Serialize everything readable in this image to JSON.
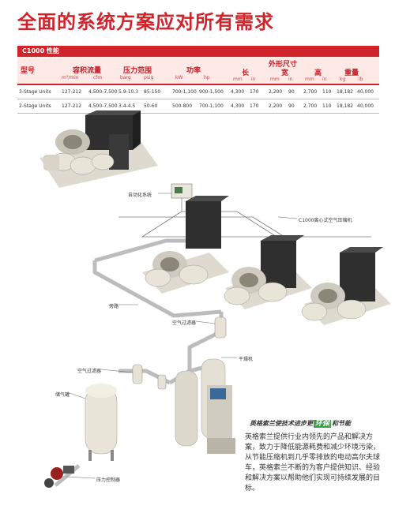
{
  "title": "全面的系统方案应对所有需求",
  "table": {
    "caption": "C1000 性能",
    "headers": {
      "model": "型号",
      "flow": "容积流量",
      "flow_u1": "m³/min",
      "flow_u2": "cfm",
      "pressure": "压力范围",
      "press_u1": "barg",
      "press_u2": "psig",
      "power": "功率",
      "power_u1": "kW",
      "power_u2": "hp",
      "dims": "外形尺寸",
      "length": "长",
      "width": "宽",
      "height": "高",
      "dim_u_mm": "mm",
      "dim_u_in": "in",
      "weight": "重量",
      "weight_u1": "kg",
      "weight_u2": "lb"
    },
    "rows": [
      {
        "model": "3-Stage Units",
        "m3": "127-212",
        "cfm": "4,500-7,500",
        "barg": "5.9-10.3",
        "psig": "85-150",
        "kw": "700-1,100",
        "hp": "900-1,500",
        "l_mm": "4,300",
        "l_in": "170",
        "w_mm": "2,200",
        "w_in": "90",
        "h_mm": "2,700",
        "h_in": "110",
        "kg": "18,182",
        "lb": "40,000"
      },
      {
        "model": "2-Stage Units",
        "m3": "127-212",
        "cfm": "4,500-7,500",
        "barg": "3.4-4.5",
        "psig": "50-60",
        "kw": "500-800",
        "hp": "700-1,100",
        "l_mm": "4,300",
        "l_in": "170",
        "w_mm": "2,200",
        "w_in": "90",
        "h_mm": "2,700",
        "h_in": "110",
        "kg": "18,182",
        "lb": "40,000"
      }
    ]
  },
  "labels": {
    "automation": "自动化系统",
    "compressor": "C1000离心式空气压缩机",
    "bypass": "旁路",
    "air_filter_1": "空气过滤器",
    "air_filter_2": "空气过滤器",
    "dryer": "干燥机",
    "tank": "储气罐",
    "pressure_valve": "压力控制器"
  },
  "tagline": {
    "before": "英格索兰使技术进步更",
    "highlight": "环保",
    "after": "和节能"
  },
  "paragraph": "英格索兰提供行业内领先的产品和解决方案，致力于降低能源耗费和减少环境污染，从节能压缩机到几乎零排放的电动高尔夫球车，英格索兰不断的为客户提供知识、经验和解决方案以帮助他们实现可持续发展的目标。",
  "colors": {
    "accent": "#d2232a",
    "eco_green": "#3aa24a",
    "pipe": "#cccccc",
    "machine_body": "#e4e0d4",
    "machine_dark": "#3a3a3a"
  }
}
